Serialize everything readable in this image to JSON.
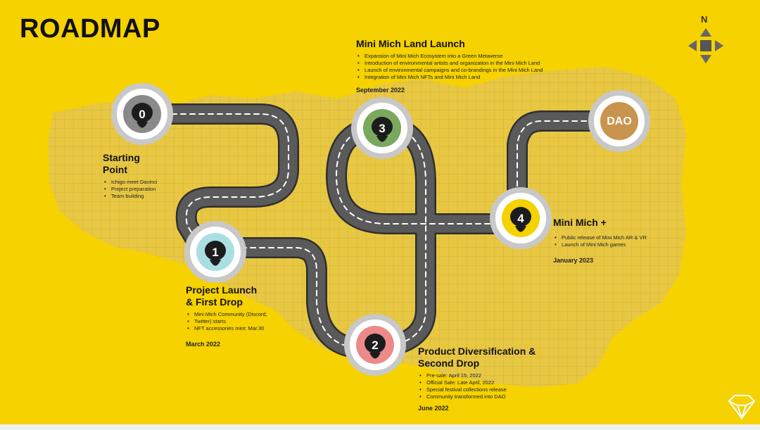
{
  "page_title": "ROADMAP",
  "compass_label": "N",
  "colors": {
    "background": "#f5d200",
    "road": "#555555",
    "road_edge": "#333333",
    "lane": "#ffffff",
    "pin_ring": "#d6d6d6",
    "grid": "#d9c067"
  },
  "milestones": [
    {
      "badge": "0",
      "badge_color": "#8a8a8a",
      "title_lines": [
        "Starting",
        "Point"
      ],
      "bullets": [
        "Ichigo meet Davinci",
        "Project preparation",
        "Team building"
      ],
      "date": ""
    },
    {
      "badge": "1",
      "badge_color": "#a9dfe0",
      "title_lines": [
        "Project Launch",
        "& First Drop"
      ],
      "bullets": [
        "Mini Mich Community   (Discord,",
        "Twitter) starts",
        "NFT accessories mint: Mar.30"
      ],
      "date": "March 2022"
    },
    {
      "badge": "2",
      "badge_color": "#ec8a8a",
      "title_lines": [
        "Product Diversification &",
        "Second Drop"
      ],
      "bullets": [
        "Pre-sale: April 15, 2022",
        "Official Sale: Late April, 2022",
        "Special festival collections release",
        "Community transformed into DAO"
      ],
      "date": "June 2022"
    },
    {
      "badge": "3",
      "badge_color": "#7aa85e",
      "title_lines": [
        "Mini Mich Land Launch"
      ],
      "bullets": [
        "Expansion of Mini Mich Ecosystem into a Green Metaverse",
        "Introduction of environmental artists and organization in the Mini Mich Land",
        "Launch of environmental campaigns and co-brandings in the Mini Mich Land",
        "Integration of Mini Mich NFTs and Mini Mich Land"
      ],
      "date": "September 2022"
    },
    {
      "badge": "4",
      "badge_color": "#f5d200",
      "title_lines": [
        "Mini Mich +"
      ],
      "bullets": [
        "Public release of Mini Mich AR & VR",
        "Launch of Mini Mich games"
      ],
      "date": "January 2023"
    },
    {
      "badge": "DAO",
      "badge_color": "#c9944e",
      "title_lines": [],
      "bullets": [],
      "date": ""
    }
  ]
}
